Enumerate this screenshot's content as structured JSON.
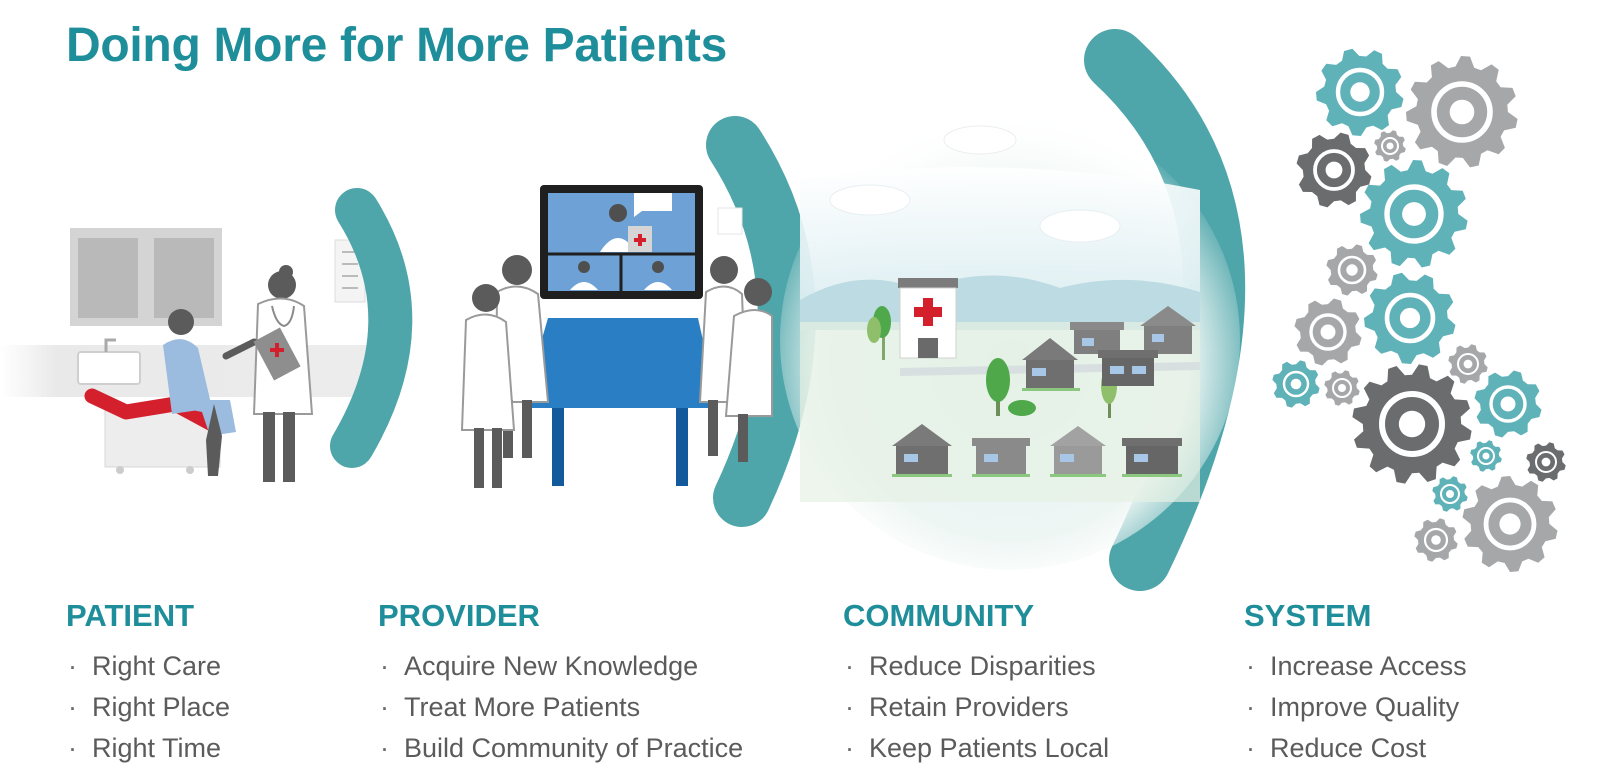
{
  "title": "Doing More for More Patients",
  "colors": {
    "accent": "#1f8e9b",
    "arc": "#4fa6aa",
    "body_text": "#5b5b5b",
    "gear_teal": "#5fb2b8",
    "gear_gray": "#a6a7a9",
    "gear_dark": "#6b6c6e",
    "table_blue": "#2a7fc4",
    "red": "#d4202c"
  },
  "columns": [
    {
      "heading": "PATIENT",
      "items": [
        "Right Care",
        "Right Place",
        "Right Time"
      ]
    },
    {
      "heading": "PROVIDER",
      "items": [
        "Acquire New Knowledge",
        "Treat More Patients",
        "Build Community of Practice"
      ]
    },
    {
      "heading": "COMMUNITY",
      "items": [
        "Reduce Disparities",
        "Retain Providers",
        "Keep Patients Local"
      ]
    },
    {
      "heading": "SYSTEM",
      "items": [
        "Increase Access",
        "Improve Quality",
        "Reduce Cost"
      ]
    }
  ],
  "illustrations": {
    "patient": "exam-room-icon",
    "provider": "telehealth-conference-icon",
    "community": "village-with-hospital-icon",
    "system": "gears-icon"
  }
}
